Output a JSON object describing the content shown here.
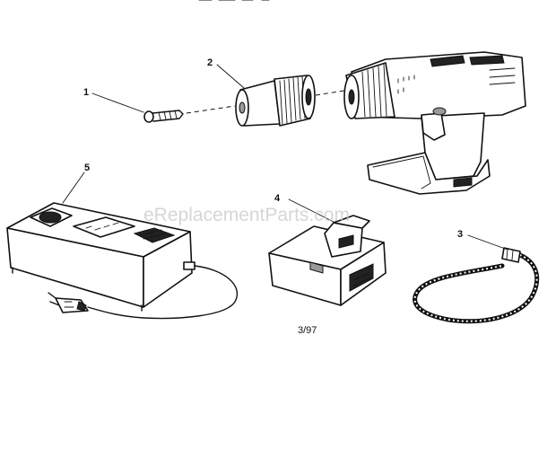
{
  "watermark": "eReplacementParts.com",
  "date_code": "3/97",
  "callouts": {
    "screw": "1",
    "chuck": "2",
    "wrist_strap": "3",
    "battery": "4",
    "charger": "5"
  }
}
